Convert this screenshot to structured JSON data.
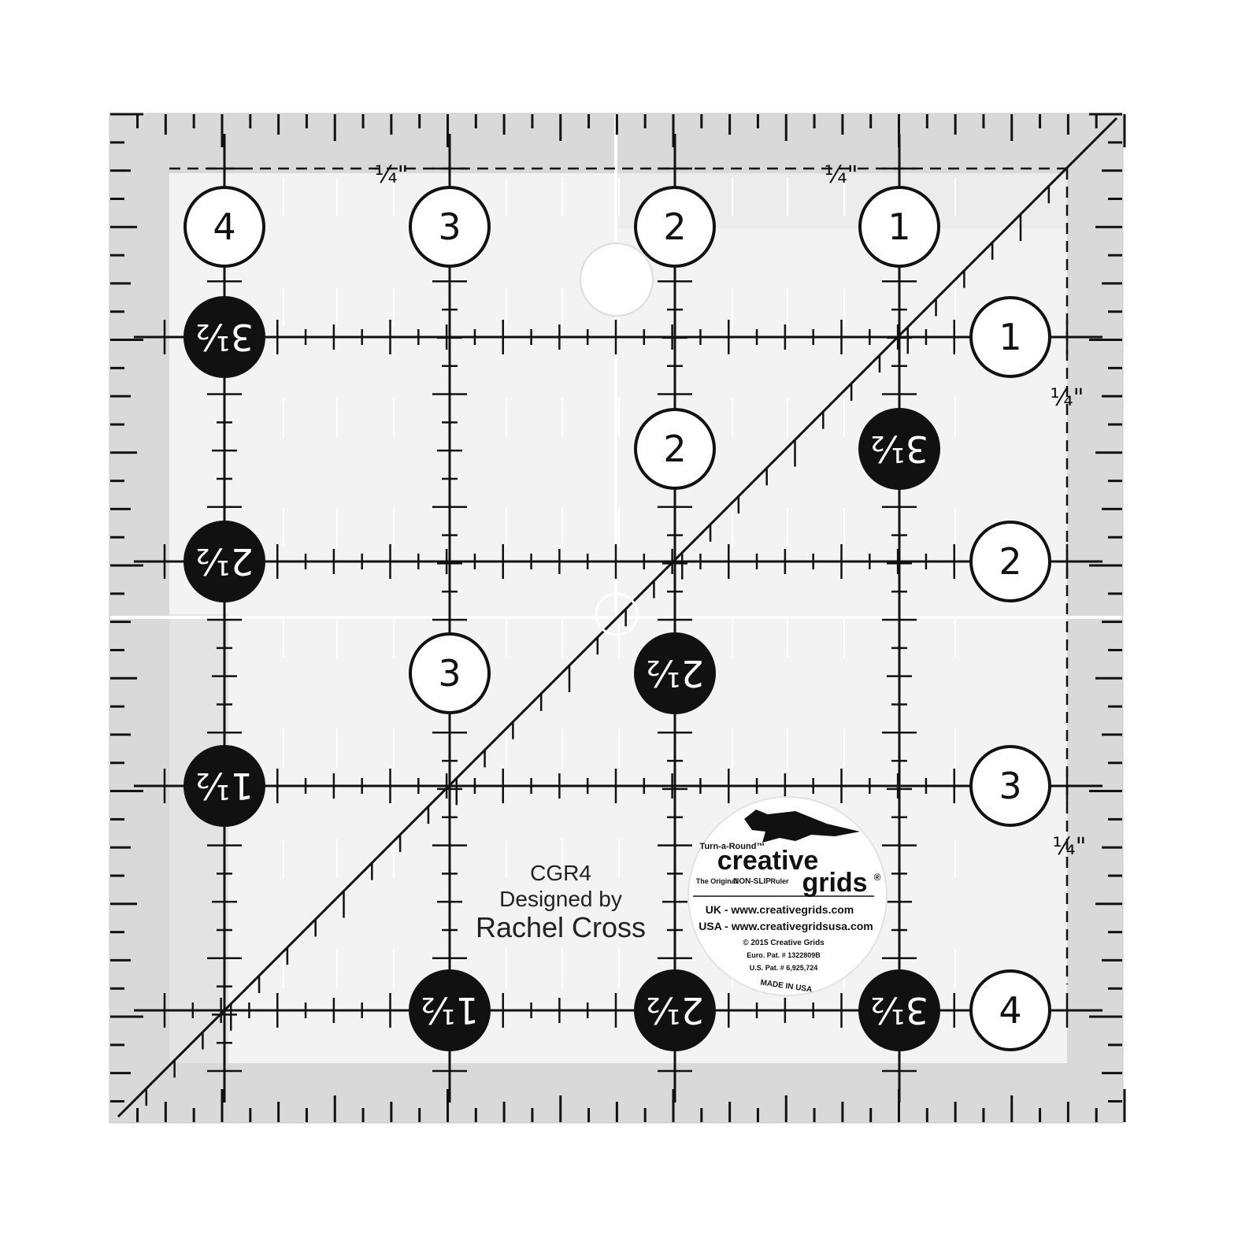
{
  "product": {
    "model": "CGR4",
    "designed_by": "Designed by",
    "designer": "Rachel Cross"
  },
  "quarter_marks": {
    "top_left": "¼\"",
    "top_right": "¼\"",
    "right_upper": "¼\"",
    "right_lower": "¼\""
  },
  "top_numbers": [
    "4",
    "3",
    "2",
    "1"
  ],
  "right_numbers": [
    "1",
    "2",
    "3",
    "4"
  ],
  "inner_numbers": [
    "2",
    "3"
  ],
  "half_labels": {
    "left": [
      "3½",
      "2½",
      "1½"
    ],
    "bottom": [
      "1½",
      "2½",
      "3½"
    ],
    "inner": [
      "3½",
      "2½"
    ]
  },
  "badge": {
    "turn": "Turn-a-Round™",
    "brand_top": "creative",
    "brand_bottom": "grids",
    "registered": "®",
    "tagline_a": "The Original",
    "tagline_b": "NON-SLIP",
    "tagline_c": "Ruler",
    "uk": "UK - www.creativegrids.com",
    "usa": "USA - www.creativegridsusa.com",
    "copyright": "© 2015  Creative Grids",
    "euro": "Euro. Pat. # 1322809B",
    "us": "U.S. Pat. # 6,925,724",
    "made": "MADE IN USA"
  },
  "colors": {
    "ruler": "#f2f2f2",
    "shade": "#d6d6d6",
    "ink": "#111111",
    "white": "#ffffff"
  }
}
